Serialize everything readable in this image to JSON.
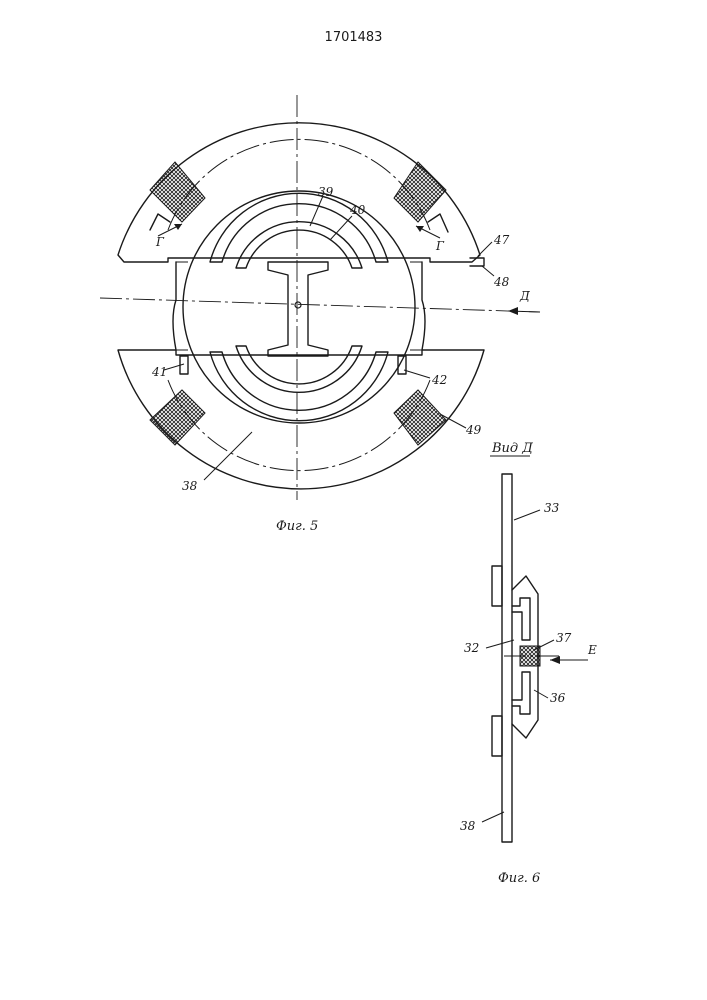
{
  "document": {
    "page_number": "1701483"
  },
  "figure5": {
    "caption": "Фиг. 5",
    "labels": {
      "l39": "39",
      "l40": "40",
      "l47": "47",
      "l48": "48",
      "l41": "41",
      "l42": "42",
      "l49": "49",
      "l38": "38",
      "section_left": "Г",
      "section_right": "Г",
      "view_arrow": "Д"
    }
  },
  "figure6": {
    "caption": "Фиг. 6",
    "view_title": "Вид Д",
    "labels": {
      "l33": "33",
      "l32": "32",
      "l37": "37",
      "l36": "36",
      "l38": "38",
      "arrow_e": "Е"
    }
  }
}
